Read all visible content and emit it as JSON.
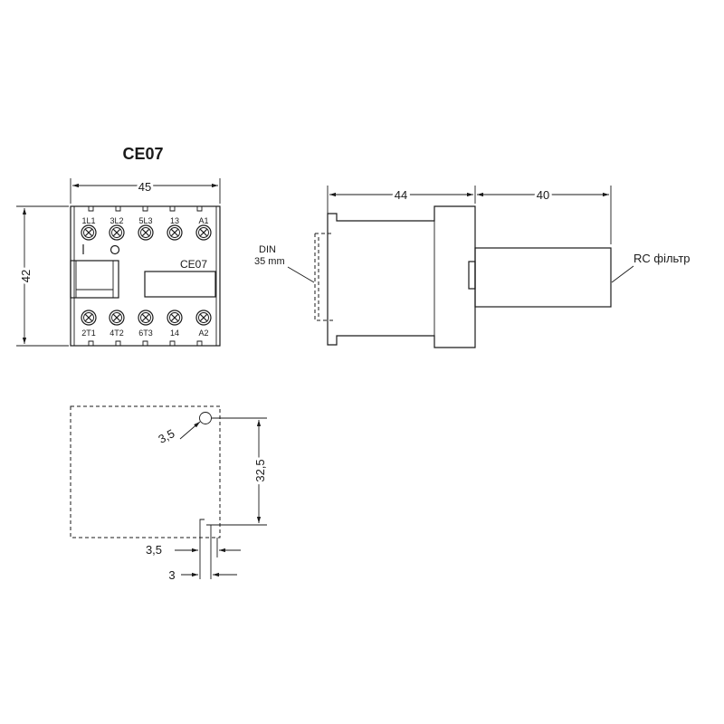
{
  "title": "CE07",
  "front_view": {
    "width_label": "45",
    "height_label": "42",
    "top_terminals": [
      "1L1",
      "3L2",
      "5L3",
      "13",
      "A1"
    ],
    "bottom_terminals": [
      "2T1",
      "4T2",
      "6T3",
      "14",
      "A2"
    ],
    "switch_on": "I",
    "switch_off": "O",
    "model_label": "CE07"
  },
  "side_view": {
    "depth_label": "44",
    "filter_label": "40",
    "din_label_line1": "DIN",
    "din_label_line2": "35 mm",
    "rc_label": "RC фільтр"
  },
  "mount_view": {
    "hole_label": "3,5",
    "height_label": "32,5",
    "slot_label": "3,5",
    "offset_label": "3"
  }
}
